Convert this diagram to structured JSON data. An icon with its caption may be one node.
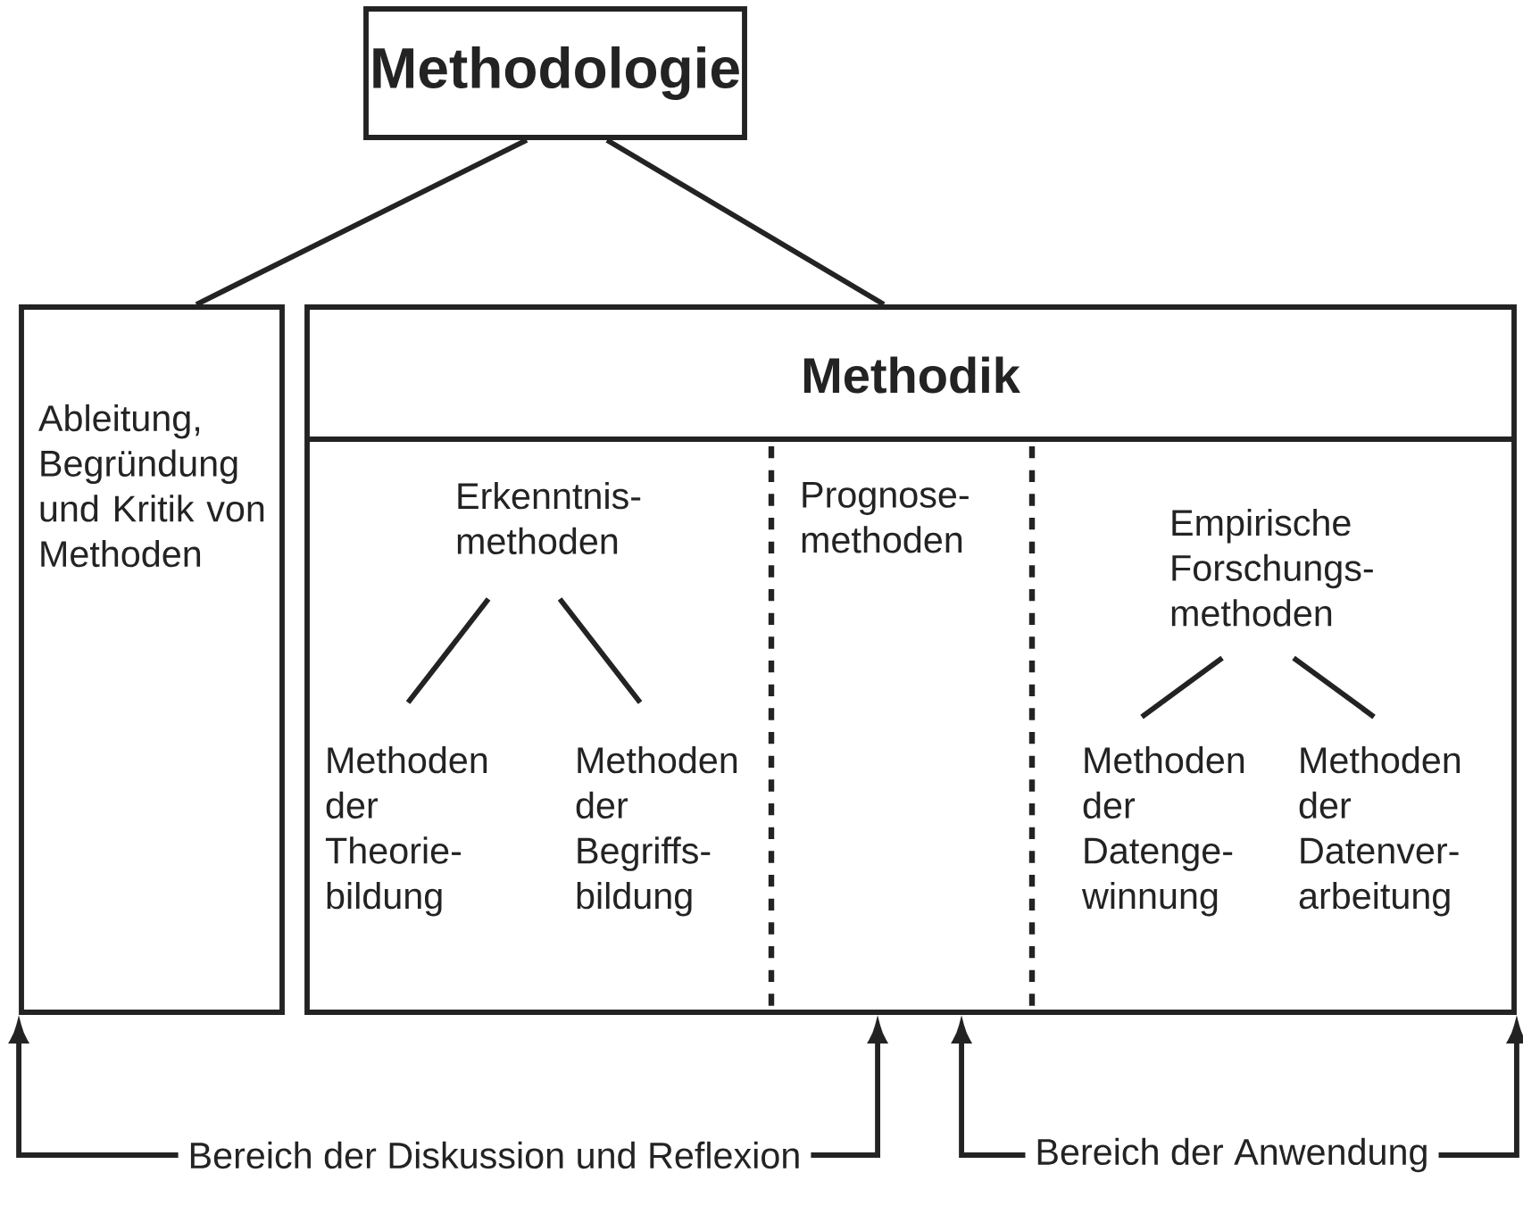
{
  "diagram": {
    "nodes": [
      {
        "text": [
          "Methodologie"
        ]
      },
      {
        "text": [
          "Ableitung, Begründung und Kritik von Methoden"
        ]
      },
      {
        "text": [
          "Methodik"
        ]
      },
      {
        "text": [
          "Erkenntnis- methoden"
        ],
        "in": 2
      },
      {
        "text": [
          "Methoden der Theorie- bildung"
        ],
        "in": 2
      },
      {
        "text": [
          "Methoden der Begriffs- bildung"
        ],
        "in": 2
      },
      {
        "text": [
          "Prognose- methoden"
        ],
        "in": 2
      },
      {
        "text": [
          "Empirische Forschungs- methoden"
        ],
        "in": 2
      },
      {
        "text": [
          "Methoden der Datenge- winnung"
        ],
        "in": 2
      },
      {
        "text": [
          "Methoden der Datenver- arbeitung"
        ],
        "in": 2
      },
      {
        "text": [
          "Bereich der Diskussion und Reflexion"
        ]
      },
      {
        "text": [
          "Bereich der Anwendung"
        ]
      }
    ],
    "edges": [
      {
        "from": 0,
        "to": 1,
        "arrow": "none"
      },
      {
        "from": 0,
        "to": 2,
        "arrow": "none"
      },
      {
        "from": 3,
        "to": 4,
        "arrow": "none"
      },
      {
        "from": 3,
        "to": 5,
        "arrow": "none"
      },
      {
        "from": 7,
        "to": 8,
        "arrow": "none"
      },
      {
        "from": 7,
        "to": 9,
        "arrow": "none"
      },
      {
        "from": 10,
        "to": 1,
        "arrow": "to"
      },
      {
        "from": 10,
        "to": 2,
        "arrow": "to"
      },
      {
        "from": 11,
        "to": 2,
        "arrow": "to"
      },
      {
        "from": 11,
        "to": 2,
        "arrow": "to"
      }
    ]
  }
}
